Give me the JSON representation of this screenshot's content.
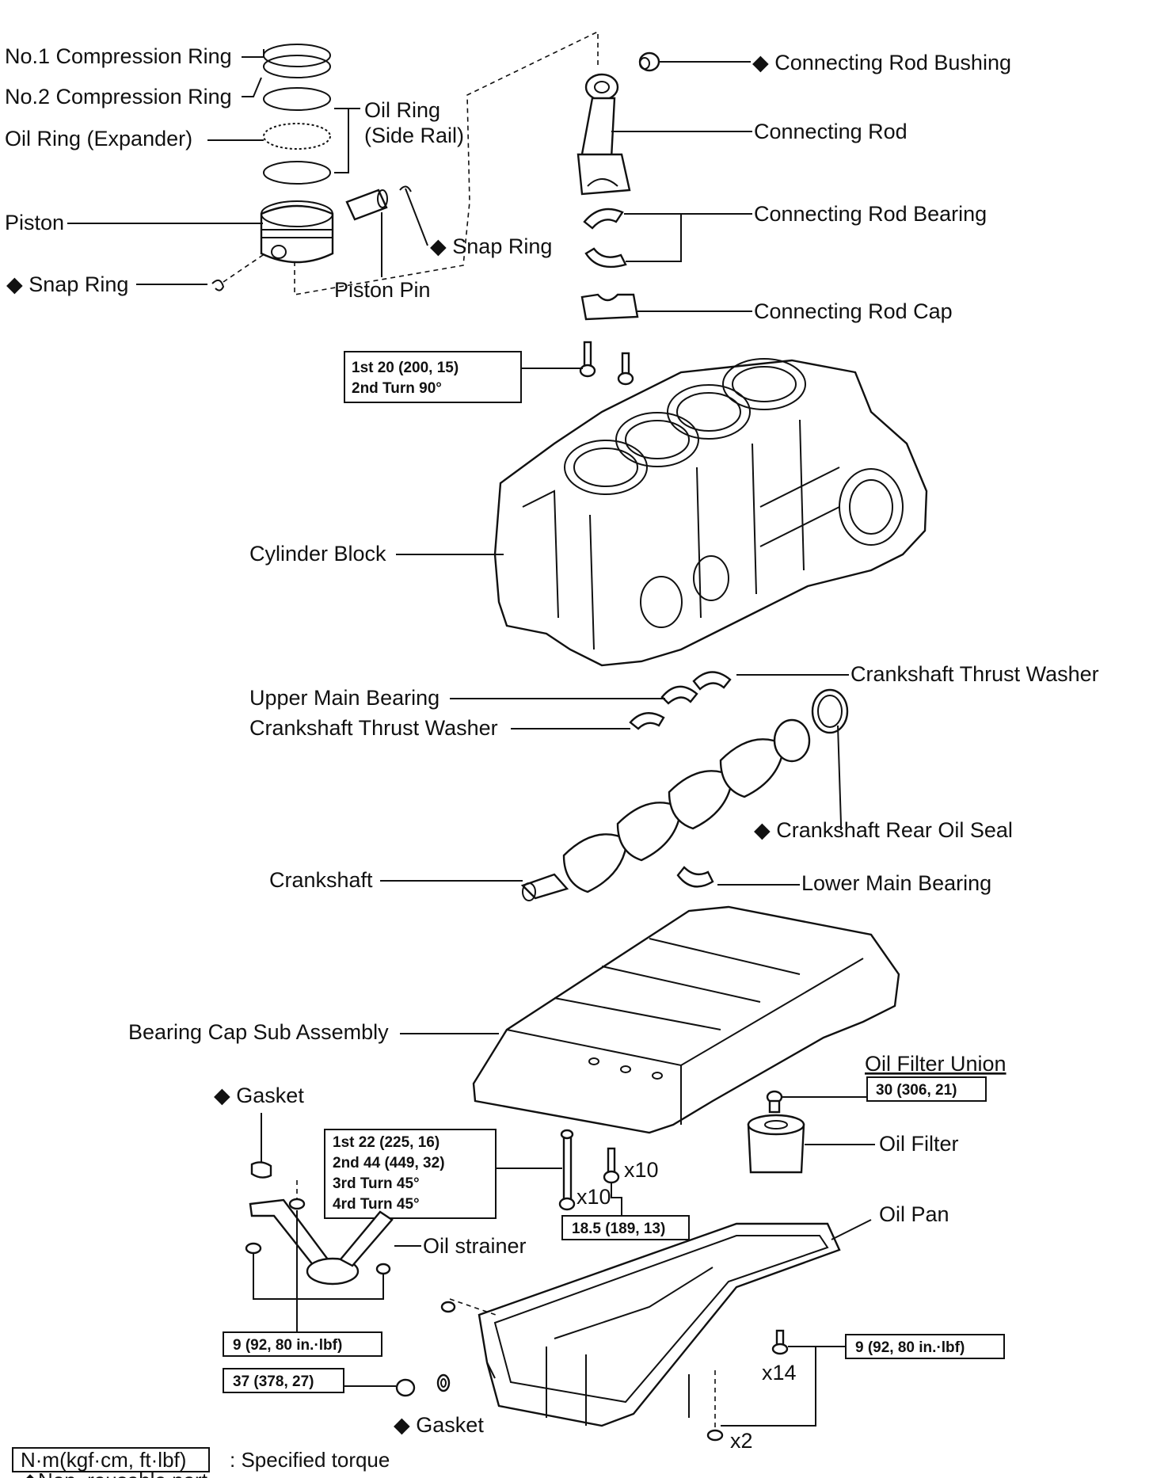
{
  "labels": {
    "no1_comp_ring": "No.1 Compression Ring",
    "no2_comp_ring": "No.2 Compression Ring",
    "oil_ring_expander": "Oil Ring (Expander)",
    "oil_ring_side_rail_1": "Oil Ring",
    "oil_ring_side_rail_2": "(Side Rail)",
    "piston": "Piston",
    "snap_ring_left": "Snap Ring",
    "snap_ring_right": "Snap Ring",
    "piston_pin": "Piston Pin",
    "conrod_bushing": "Connecting Rod Bushing",
    "conrod": "Connecting Rod",
    "conrod_bearing": "Connecting Rod Bearing",
    "conrod_cap": "Connecting Rod Cap",
    "cylinder_block": "Cylinder Block",
    "thrust_washer_upper": "Crankshaft Thrust Washer",
    "upper_main_bearing": "Upper Main Bearing",
    "thrust_washer_lower": "Crankshaft Thrust Washer",
    "rear_oil_seal": "Crankshaft Rear Oil Seal",
    "crankshaft": "Crankshaft",
    "lower_main_bearing": "Lower Main Bearing",
    "bearing_cap_sub": "Bearing Cap Sub Assembly",
    "oil_filter_union": "Oil Filter Union",
    "oil_filter": "Oil Filter",
    "gasket_top": "Gasket",
    "oil_strainer": "Oil strainer",
    "oil_pan": "Oil Pan",
    "gasket_bottom": "Gasket",
    "x10_a": "x10",
    "x10_b": "x10",
    "x14": "x14",
    "x2": "x2",
    "non_reusable_mark": "◆"
  },
  "torque": {
    "conrod_line1": "1st 20 (200, 15)",
    "conrod_line2": "2nd Turn 90°",
    "bearing_cap_line1": "1st 22 (225, 16)",
    "bearing_cap_line2": "2nd 44 (449, 32)",
    "bearing_cap_line3": "3rd Turn 45°",
    "bearing_cap_line4": "4rd Turn 45°",
    "bearing_cap_small": "18.5 (189, 13)",
    "oil_filter_union": "30 (306, 21)",
    "oil_strainer": "9 (92, 80 in.·lbf)",
    "drain_plug": "37 (378, 27)",
    "oil_pan": "9 (92, 80 in.·lbf)"
  },
  "legend": {
    "unit_box": "N·m(kgf·cm, ft·lbf)",
    "unit_desc": ": Specified torque",
    "non_reusable": "◆Non–reusable part"
  }
}
